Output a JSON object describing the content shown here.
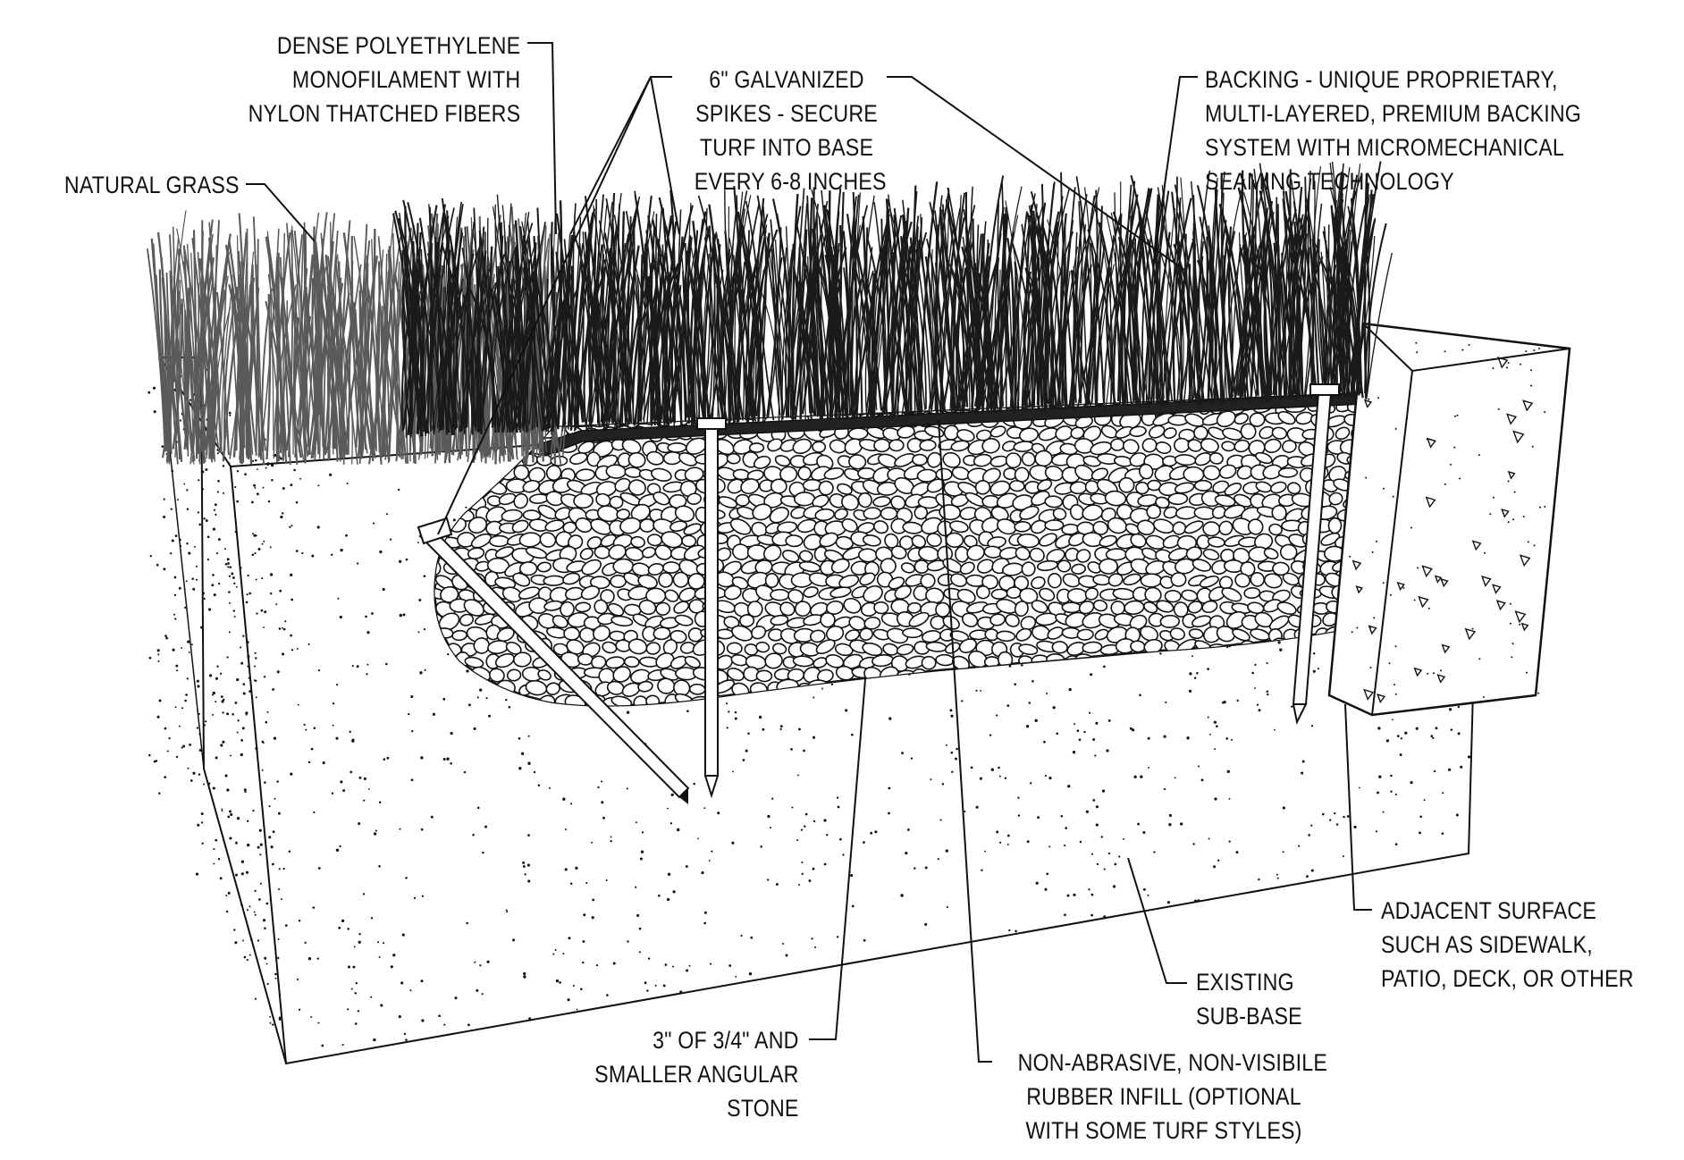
{
  "labels": {
    "natural_grass": [
      "NATURAL GRASS"
    ],
    "polyethylene": [
      "DENSE POLYETHYLENE",
      "MONOFILAMENT WITH",
      "NYLON THATCHED FIBERS"
    ],
    "spikes": [
      "6\" GALVANIZED",
      "SPIKES - SECURE",
      "TURF INTO BASE",
      "EVERY 6-8 INCHES"
    ],
    "backing": [
      "BACKING - UNIQUE PROPRIETARY,",
      "MULTI-LAYERED, PREMIUM BACKING",
      "SYSTEM WITH MICROMECHANICAL",
      "SEAMING TECHNOLOGY"
    ],
    "adjacent": [
      "ADJACENT SURFACE",
      "SUCH AS SIDEWALK,",
      "PATIO, DECK, OR OTHER"
    ],
    "subbase": [
      "EXISTING",
      "SUB-BASE"
    ],
    "stone": [
      "3\" OF 3/4\" AND",
      "SMALLER ANGULAR",
      "STONE"
    ],
    "infill": [
      "NON-ABRASIVE, NON-VISIBILE",
      "RUBBER INFILL (OPTIONAL",
      "WITH SOME TURF STYLES)"
    ]
  },
  "colors": {
    "line": "#111111",
    "natural_grass": "#5a5a5a",
    "turf": "#1a1a1a",
    "background": "#ffffff"
  }
}
